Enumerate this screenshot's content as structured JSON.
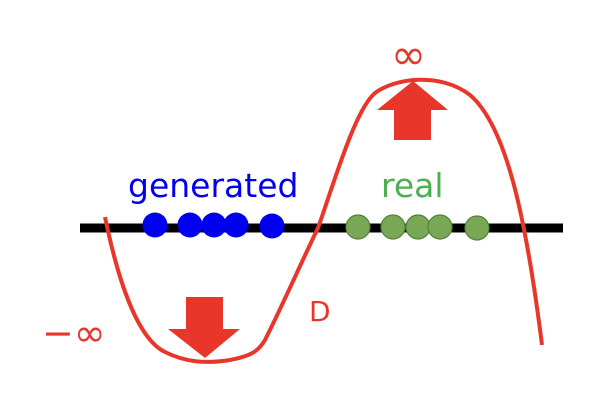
{
  "labels": {
    "generated": "generated",
    "real": "real",
    "discriminator": "D",
    "pos_infinity": "∞",
    "neg_infinity": "−∞"
  },
  "colors": {
    "generated": "#0000ee",
    "real_fill": "#78a855",
    "real_stroke": "#5a8a3c",
    "real_text": "#4caf50",
    "curve": "#e8372a",
    "axis": "#000000"
  },
  "points": {
    "generated_count": 5,
    "real_count": 5
  },
  "arrows": {
    "generated": "down",
    "real": "up"
  }
}
